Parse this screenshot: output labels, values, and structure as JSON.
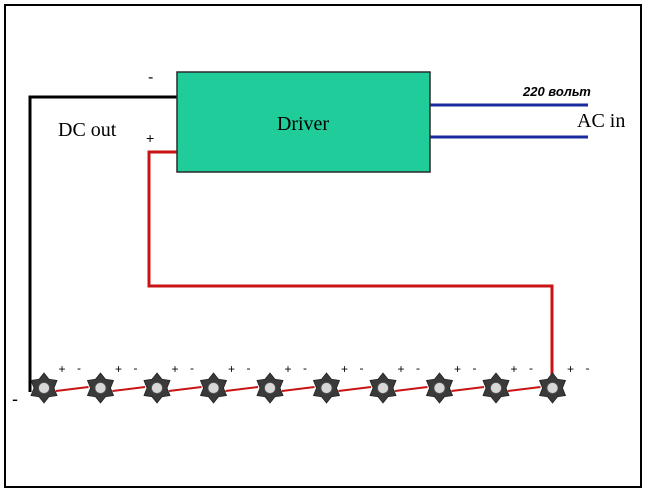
{
  "diagram": {
    "driver_label": "Driver",
    "dc_out_label": "DC out",
    "ac_in_label": "AC in",
    "voltage_label": "220 вольт",
    "minus_sign": "-",
    "plus_sign": "+",
    "led_count": 10,
    "colors": {
      "driver_fill": "#1fcc9a",
      "driver_border": "#2a2a2a",
      "positive_wire": "#c81414",
      "negative_wire": "#000000",
      "ac_wire": "#1a2aa0",
      "led_body": "#3a3a3a",
      "led_core": "#d8d8d8"
    }
  }
}
